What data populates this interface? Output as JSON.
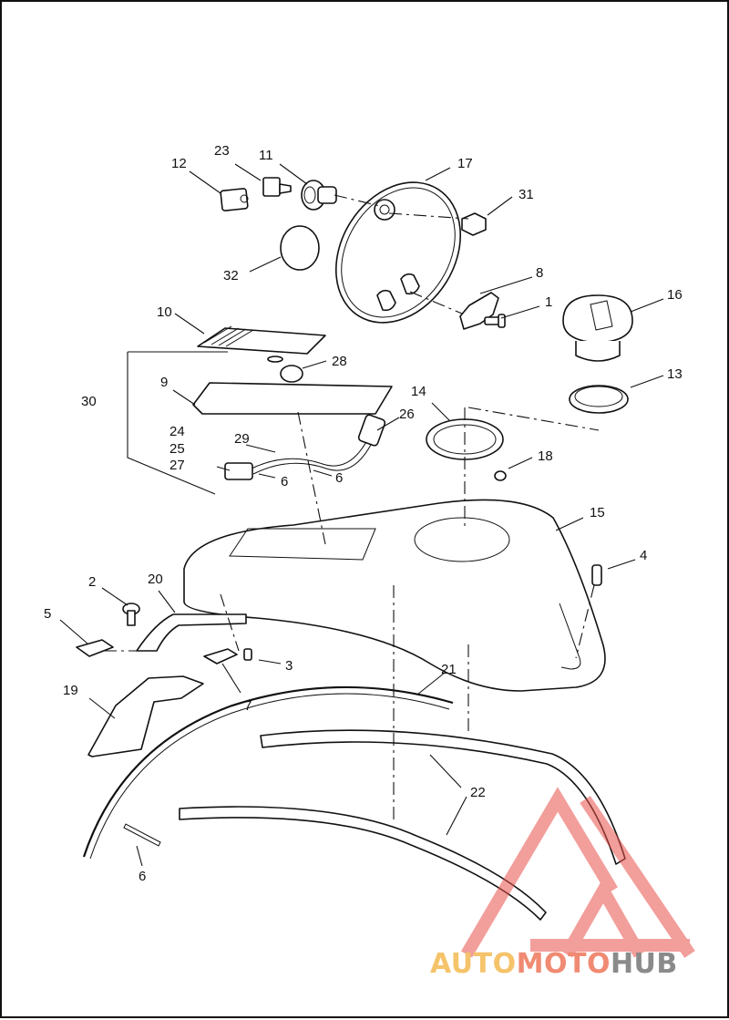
{
  "diagram": {
    "callouts": [
      "1",
      "2",
      "3",
      "4",
      "5",
      "6",
      "6",
      "6",
      "7",
      "8",
      "9",
      "10",
      "11",
      "12",
      "13",
      "14",
      "15",
      "16",
      "17",
      "18",
      "19",
      "20",
      "21",
      "22",
      "23",
      "24",
      "25",
      "26",
      "27",
      "28",
      "29",
      "30",
      "31",
      "32"
    ]
  },
  "watermark": {
    "part1": "AUTO",
    "part2": "MOTO",
    "part3": "HUB",
    "colors": {
      "part1": "#f5c36a",
      "part2": "#f08a72",
      "part3": "#8a8a8a",
      "logo": "#e9504a"
    }
  }
}
